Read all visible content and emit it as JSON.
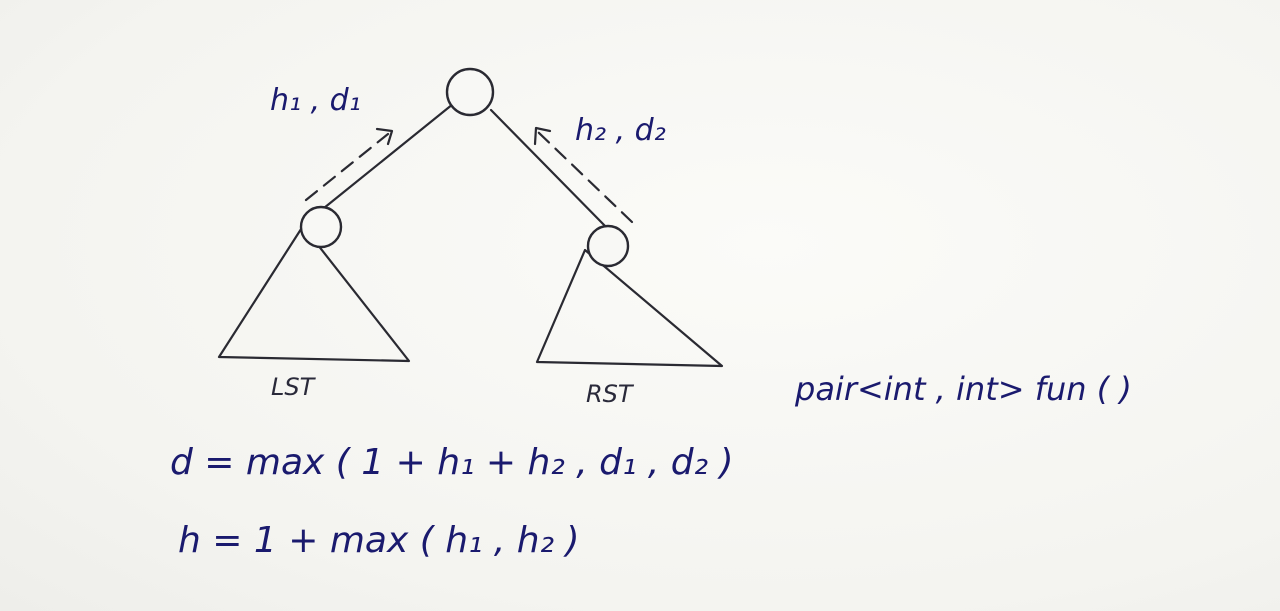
{
  "labels": {
    "left_edge": "h₁ , d₁",
    "right_edge": "h₂ , d₂",
    "left_subtree": "LST",
    "right_subtree": "RST",
    "signature": "pair<int , int> fun ( )",
    "diameter_formula": "d = max ( 1 + h₁ + h₂ ,  d₁ , d₂ )",
    "height_formula": "h  =   1  +  max ( h₁ , h₂ )"
  },
  "colors": {
    "ink": "#1a1a6e",
    "pencil": "#2a2a32",
    "paper": "#f7f7f4"
  }
}
